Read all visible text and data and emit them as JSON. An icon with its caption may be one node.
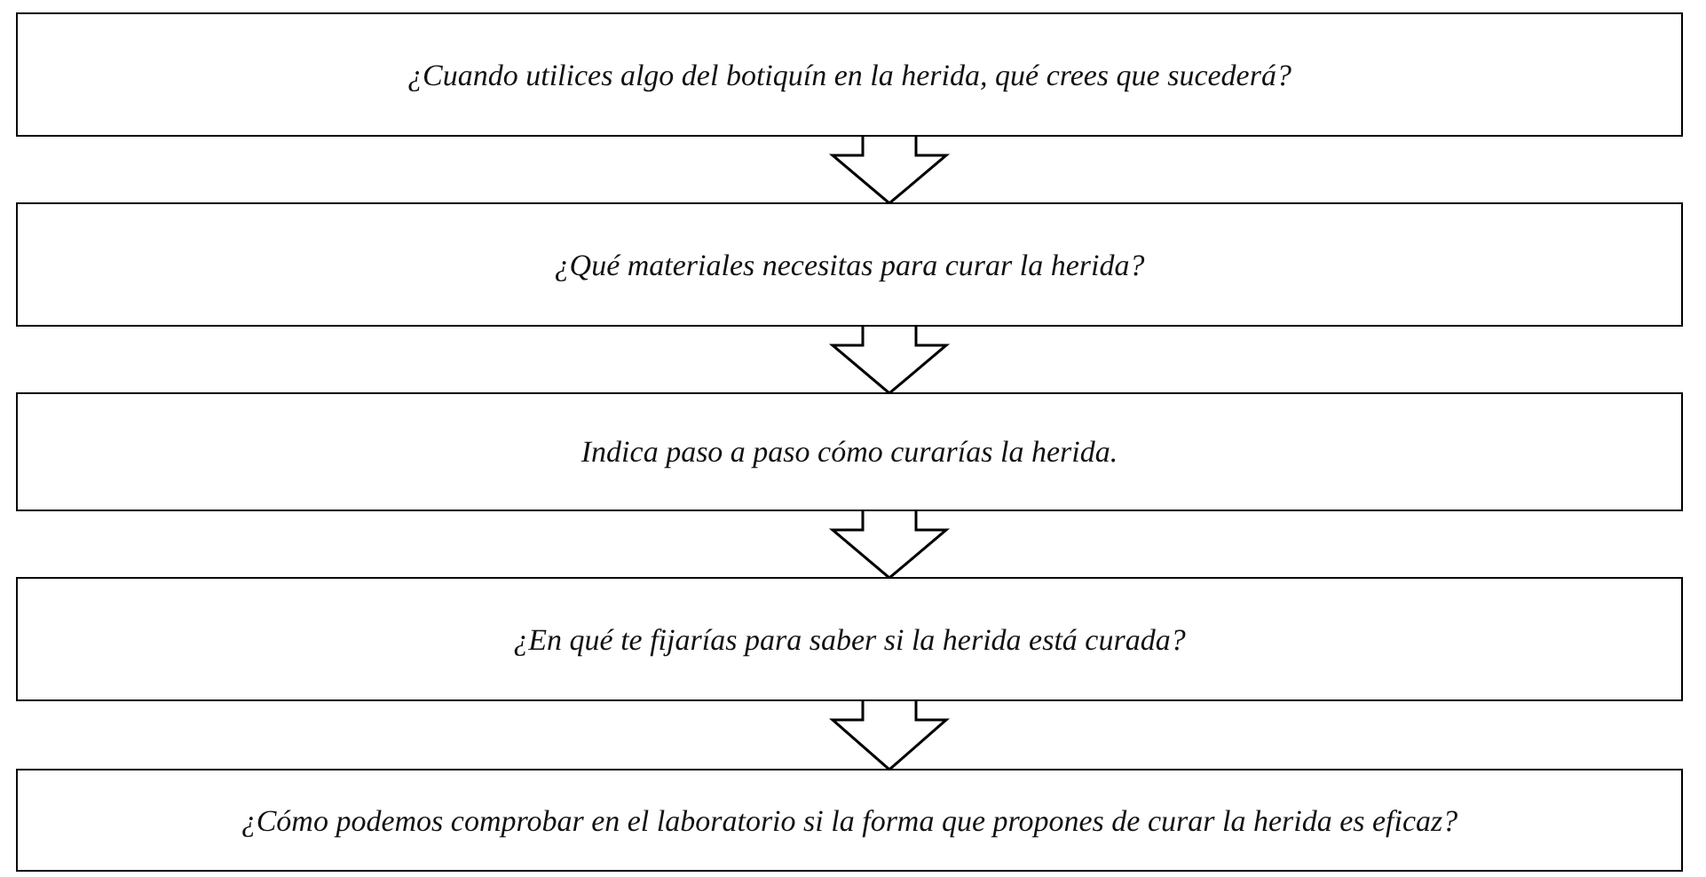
{
  "diagram": {
    "nodes": [
      {
        "text": [
          "¿Cuando utilices algo del botiquín en la herida, qué crees que sucederá?"
        ]
      },
      {
        "text": [
          "¿Qué materiales necesitas para curar la herida?"
        ]
      },
      {
        "text": [
          "Indica paso a paso cómo curarías la herida."
        ]
      },
      {
        "text": [
          "¿En qué te fijarías para saber si la herida está curada?"
        ]
      },
      {
        "text": [
          "¿Cómo podemos comprobar en el laboratorio si la forma que propones de curar la herida es eficaz?"
        ]
      }
    ],
    "edges": [
      {
        "from": 0,
        "to": 1,
        "arrow": "to"
      },
      {
        "from": 1,
        "to": 2,
        "arrow": "to"
      },
      {
        "from": 2,
        "to": 3,
        "arrow": "to"
      },
      {
        "from": 3,
        "to": 4,
        "arrow": "to"
      }
    ]
  }
}
